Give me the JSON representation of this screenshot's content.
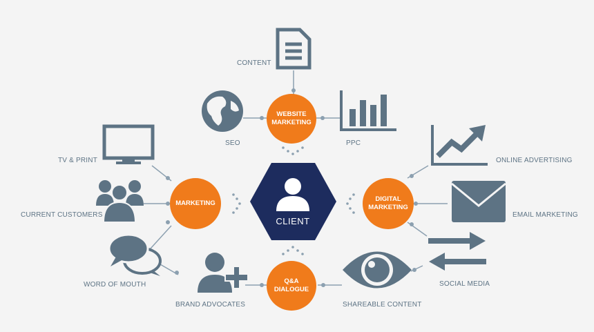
{
  "colors": {
    "background": "#f4f4f4",
    "hub_orange": "#f07b1b",
    "client_navy": "#1d2c5e",
    "icon_slate": "#5d7384",
    "connector": "#8ca0b0"
  },
  "client": {
    "label": "CLIENT",
    "icon": "user-icon"
  },
  "hubs": {
    "website": "WEBSITE\nMARKETING",
    "marketing": "MARKETING",
    "digital": "DIGITAL\nMARKETING",
    "qa": "Q&A\nDIALOGUE"
  },
  "items": {
    "content": "CONTENT",
    "seo": "SEO",
    "ppc": "PPC",
    "tv_print": "TV & PRINT",
    "current_customers": "CURRENT CUSTOMERS",
    "word_of_mouth": "WORD OF MOUTH",
    "online_advertising": "ONLINE ADVERTISING",
    "email_marketing": "EMAIL MARKETING",
    "social_media": "SOCIAL MEDIA",
    "brand_advocates": "BRAND ADVOCATES",
    "shareable_content": "SHAREABLE CONTENT"
  },
  "icons": {
    "content": "document-icon",
    "seo": "globe-icon",
    "ppc": "bar-chart-icon",
    "tv_print": "monitor-icon",
    "current_customers": "group-icon",
    "word_of_mouth": "speech-bubbles-icon",
    "online_advertising": "trend-up-icon",
    "email_marketing": "envelope-icon",
    "social_media": "exchange-arrows-icon",
    "brand_advocates": "add-user-icon",
    "shareable_content": "eye-icon"
  }
}
